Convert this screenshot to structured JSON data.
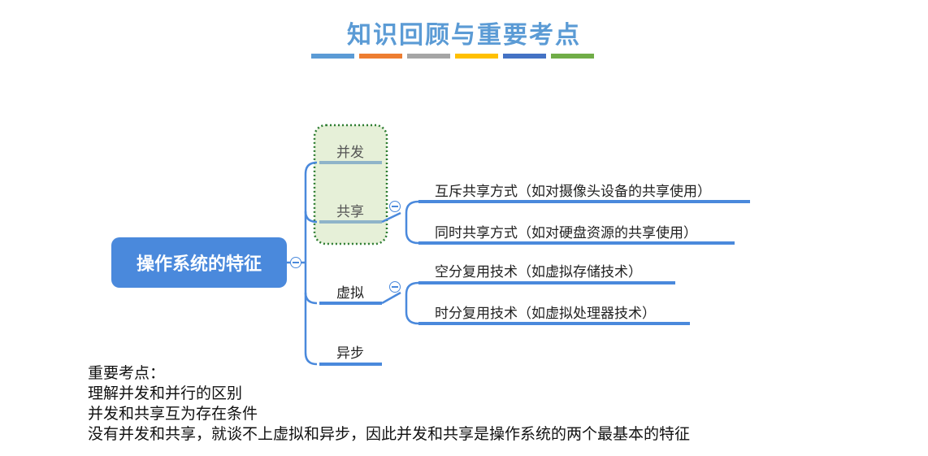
{
  "title": "知识回顾与重要考点",
  "title_bar_colors": [
    "#5b9bd5",
    "#ed7d31",
    "#a5a5a5",
    "#ffc000",
    "#4472c4",
    "#70ad47"
  ],
  "mindmap": {
    "root": "操作系统的特征",
    "branches": [
      {
        "label": "并发",
        "children": []
      },
      {
        "label": "共享",
        "children": [
          "互斥共享方式（如对摄像头设备的共享使用）",
          "同时共享方式（如对硬盘资源的共享使用）"
        ]
      },
      {
        "label": "虚拟",
        "children": [
          "空分复用技术（如虚拟存储技术）",
          "时分复用技术（如虚拟处理器技术）"
        ]
      },
      {
        "label": "异步",
        "children": []
      }
    ],
    "line_color": "#4a89dc",
    "highlight_border": "#2e7d32",
    "highlight_fill": "#e6f0d8"
  },
  "notes": {
    "heading": "重要考点：",
    "lines": [
      "理解并发和并行的区别",
      "并发和共享互为存在条件",
      "没有并发和共享，就谈不上虚拟和异步，因此并发和共享是操作系统的两个最基本的特征"
    ]
  }
}
